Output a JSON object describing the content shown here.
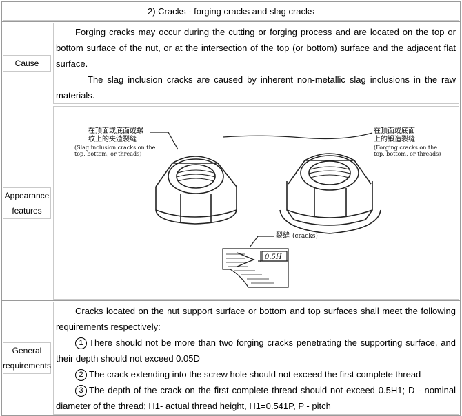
{
  "section_title": "2) Cracks - forging cracks and slag cracks",
  "rows": {
    "cause": {
      "label": "Cause",
      "paragraphs": [
        "Forging cracks may occur during the cutting or forging process and are located on the top or bottom surface of the nut, or at the intersection of the top (or bottom) surface and the adjacent flat surface.",
        "The slag inclusion cracks are caused by inherent non-metallic slag inclusions in the raw materials."
      ]
    },
    "appearance": {
      "label_line1": "Appearance",
      "label_line2": "features",
      "figure": {
        "left_cn_line1": "在顶面或底面或螺",
        "left_cn_line2": "纹上的夹渣裂缝",
        "left_en_line1": "(Slag inclusion cracks on the",
        "left_en_line2": "top, bottom, or threads)",
        "right_cn_line1": "在顶面或底面",
        "right_cn_line2": "上的锻造裂缝",
        "right_en_line1": "(Forging cracks on the",
        "right_en_line2": "top, bottom, or threads)",
        "cracks_cn": "裂缝",
        "cracks_en": "(cracks)",
        "dimension": "0.5H"
      }
    },
    "requirements": {
      "label_line1": "General",
      "label_line2": "requirements",
      "intro": "Cracks located on the nut support surface or bottom and top surfaces shall meet the following requirements respectively:",
      "items": [
        {
          "num": "1",
          "text": "There should not be more than two forging cracks penetrating the supporting surface, and their depth should not exceed 0.05D"
        },
        {
          "num": "2",
          "text": "The crack extending into the screw hole should not exceed the first complete thread"
        },
        {
          "num": "3",
          "text": "The depth of the crack on the first complete thread should not exceed 0.5H1; D - nominal diameter of the thread; H1- actual thread height, H1=0.541P, P - pitch"
        }
      ]
    }
  }
}
